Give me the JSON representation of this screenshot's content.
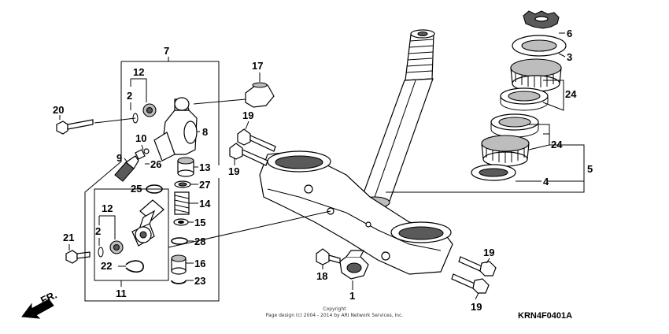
{
  "callouts": {
    "p1": "1",
    "p2a": "2",
    "p2b": "2",
    "p3": "3",
    "p4": "4",
    "p5": "5",
    "p6": "6",
    "p7": "7",
    "p8": "8",
    "p9": "9",
    "p10": "10",
    "p11": "11",
    "p12a": "12",
    "p12b": "12",
    "p13": "13",
    "p14": "14",
    "p15": "15",
    "p16": "16",
    "p17": "17",
    "p18": "18",
    "p19a": "19",
    "p19b": "19",
    "p19c": "19",
    "p19d": "19",
    "p20": "20",
    "p21": "21",
    "p22": "22",
    "p23": "23",
    "p24a": "24",
    "p24b": "24",
    "p25": "25",
    "p26": "26",
    "p27": "27",
    "p28": "28"
  },
  "front_label": "FR.",
  "diagram_code": "KRN4F0401A",
  "copyright": {
    "line1": "Copyright",
    "line2": "Page design (c) 2004 - 2014 by ARI Network Services, Inc."
  }
}
